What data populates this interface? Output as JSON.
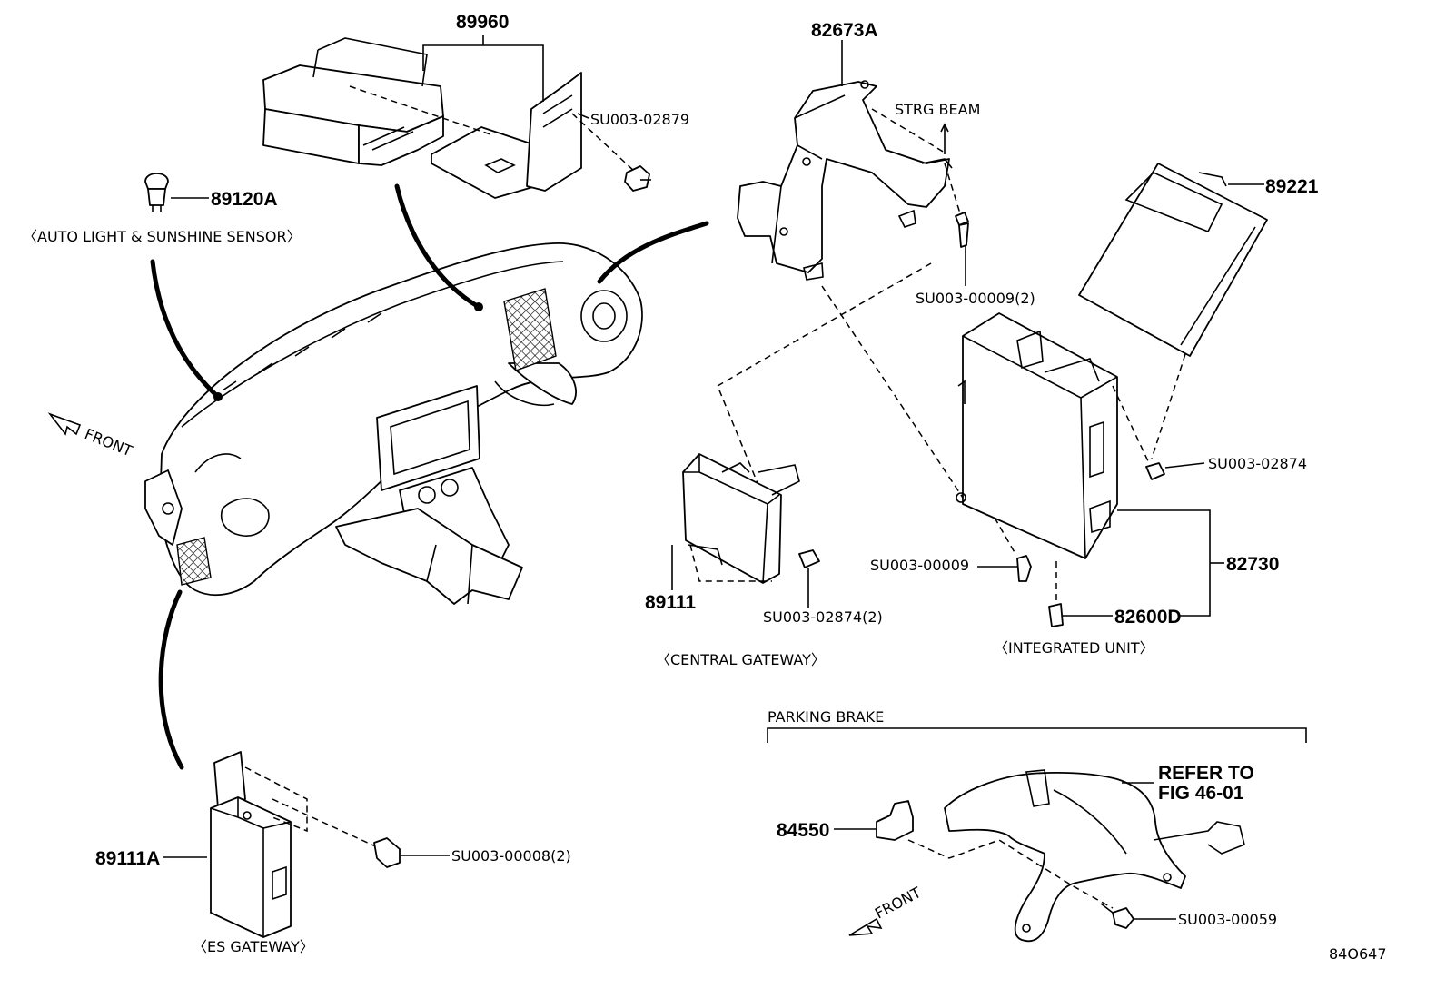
{
  "diagram_id": "84O647",
  "parts": {
    "p89960": "89960",
    "p82673A": "82673A",
    "p89120A": "89120A",
    "p89221": "89221",
    "p89111": "89111",
    "p82730": "82730",
    "p82600D": "82600D",
    "p89111A": "89111A",
    "p84550": "84550"
  },
  "fasteners": {
    "f02879": "SU003-02879",
    "f00009x2": "SU003-00009(2)",
    "f02874": "SU003-02874",
    "f00009": "SU003-00009",
    "f02874x2": "SU003-02874(2)",
    "f00008x2": "SU003-00008(2)",
    "f00059": "SU003-00059"
  },
  "captions": {
    "auto_light": "〈AUTO LIGHT & SUNSHINE SENSOR〉",
    "central_gateway": "〈CENTRAL GATEWAY〉",
    "integrated_unit": "〈INTEGRATED UNIT〉",
    "es_gateway": "〈ES GATEWAY〉",
    "strg_beam": "STRG BEAM",
    "front_1": "FRONT",
    "front_2": "FRONT",
    "parking_brake": "PARKING BRAKE",
    "refer_to_1": "REFER TO",
    "refer_to_2": "FIG 46-01"
  }
}
